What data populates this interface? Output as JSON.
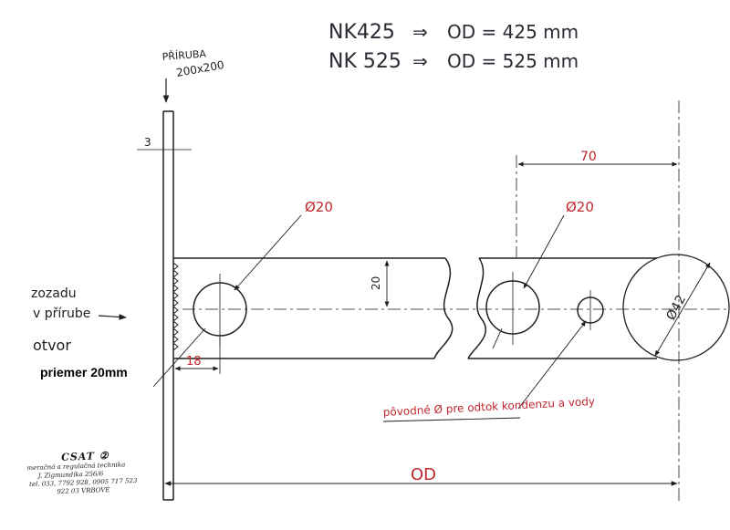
{
  "header": {
    "line1": {
      "model": "NK425",
      "arrow": "⇒",
      "equation": "OD = 425 mm"
    },
    "line2": {
      "model": "NK 525",
      "arrow": "⇒",
      "equation": "OD = 525 mm"
    }
  },
  "labels": {
    "flange_name": "PŘÍRUBA",
    "flange_size": "200x200",
    "flange_thickness": "3",
    "dim_70": "70",
    "hole_left_dia": "Ø20",
    "hole_right_dia": "Ø20",
    "dim_20": "20",
    "dim_18": "18",
    "circle_dia": "Ø42",
    "od_label": "OD",
    "rear_note_line1": "zozadu",
    "rear_note_line2": "v přírube",
    "hole_note": "otvor",
    "priemer": "priemer 20mm",
    "drain_note": "pôvodné Ø pre odtok kondenzu a vody"
  },
  "stamp": {
    "name": "CSAT",
    "circle_mark": "②",
    "line1": "meračná a regulačná technika",
    "line2": "J. Zigmundíka 256/6",
    "line3": "tel. 033, 7792 928, 0905 717 523",
    "line4": "922 03 VRBOVÉ"
  },
  "colors": {
    "ink": "#1e1e1e",
    "red_ink": "#c0282d",
    "header_ink": "#2a2a34"
  }
}
